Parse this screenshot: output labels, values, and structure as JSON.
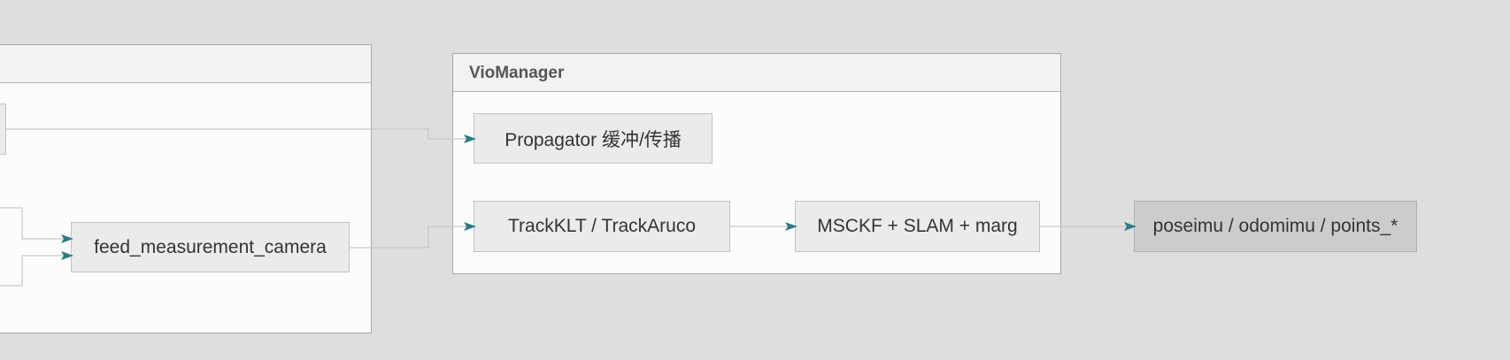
{
  "diagram": {
    "left_cluster": {
      "title": ""
    },
    "vio_cluster": {
      "title": "VioManager"
    },
    "nodes": {
      "feed_camera": "feed_measurement_camera",
      "propagator": "Propagator 缓冲/传播",
      "tracker": "TrackKLT / TrackAruco",
      "estimator": "MSCKF + SLAM + marg",
      "outputs": "poseimu / odomimu / points_*"
    }
  },
  "colors": {
    "background": "#dedede",
    "arrow_head": "#2b7b86",
    "edge_line": "#c8c8c8"
  }
}
